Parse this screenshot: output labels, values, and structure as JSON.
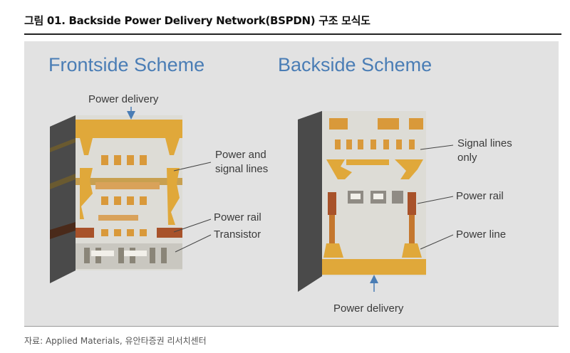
{
  "figure": {
    "title": "그림 01. Backside Power Delivery Network(BSPDN) 구조 모식도",
    "source": "자료: Applied Materials, 유안타증권 리서치센터"
  },
  "frontside": {
    "heading": "Frontside Scheme",
    "power_delivery": "Power delivery",
    "power_signal_1": "Power and",
    "power_signal_2": "signal lines",
    "power_rail": "Power rail",
    "transistor": "Transistor"
  },
  "backside": {
    "heading": "Backside Scheme",
    "signal_only_1": "Signal lines",
    "signal_only_2": "only",
    "power_rail": "Power rail",
    "power_line": "Power line",
    "power_delivery": "Power delivery"
  },
  "colors": {
    "panel": "#e2e2e2",
    "heading": "#4a7db5",
    "gold": "#e0a83a",
    "rail": "#a8522a",
    "cube_side": "#3c3c3c"
  }
}
